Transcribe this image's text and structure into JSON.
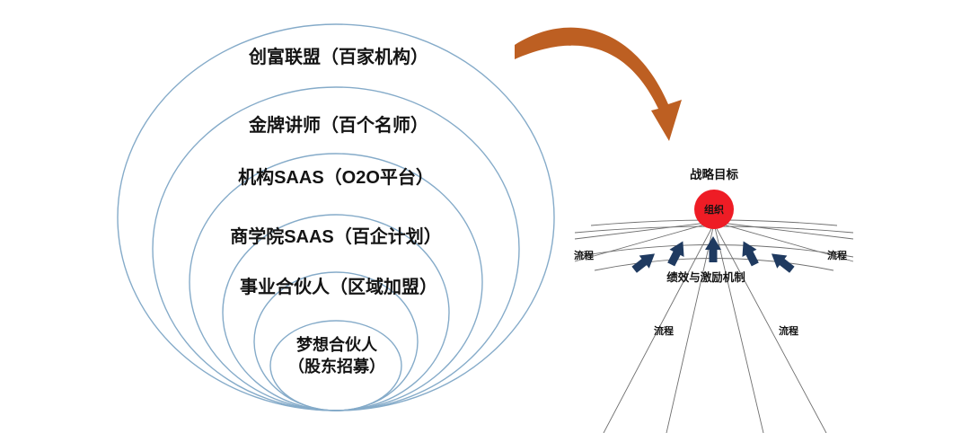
{
  "left_diagram": {
    "ring_color": "#85abc9",
    "text_color": "#141414",
    "rings": [
      {
        "label": "创富联盟（百家机构）"
      },
      {
        "label": "金牌讲师（百个名师）"
      },
      {
        "label": "机构SAAS（O2O平台）"
      },
      {
        "label": "商学院SAAS（百企计划）"
      },
      {
        "label": "事业合伙人（区域加盟）"
      },
      {
        "label": "梦想合伙人",
        "label_line2": "（股东招募）"
      }
    ]
  },
  "connector_arrow": {
    "color": "#bd5f22"
  },
  "right_diagram": {
    "strategy_label": "战略目标",
    "org_label": "组织",
    "org_circle_color": "#ee1c25",
    "org_text_color": "#7e1113",
    "process_left_label": "流程",
    "process_right_label": "流程",
    "incentive_label": "绩效与激励机制",
    "process_bottom_left_label": "流程",
    "process_bottom_right_label": "流程",
    "arrow_color": "#1f3a60",
    "line_color": "#6f6f6f"
  }
}
